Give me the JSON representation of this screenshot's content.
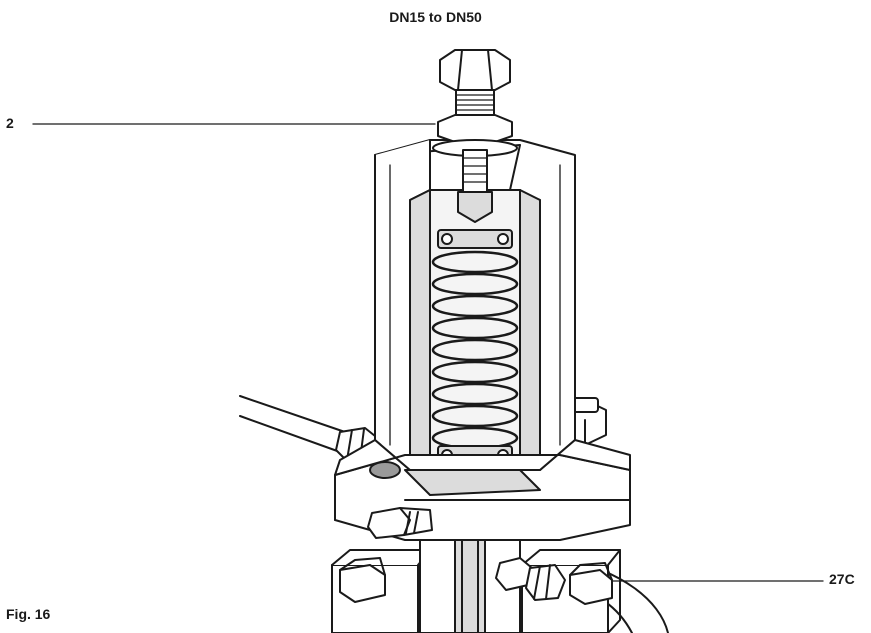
{
  "diagram": {
    "title": "DN15 to DN50",
    "callouts": [
      "2",
      "27C"
    ],
    "figure_label": "Fig. 16"
  },
  "colors": {
    "line": "#1a1a1a",
    "fill": "#ffffff",
    "shade": "#dcdcdc",
    "dark": "#9a9a9a"
  }
}
